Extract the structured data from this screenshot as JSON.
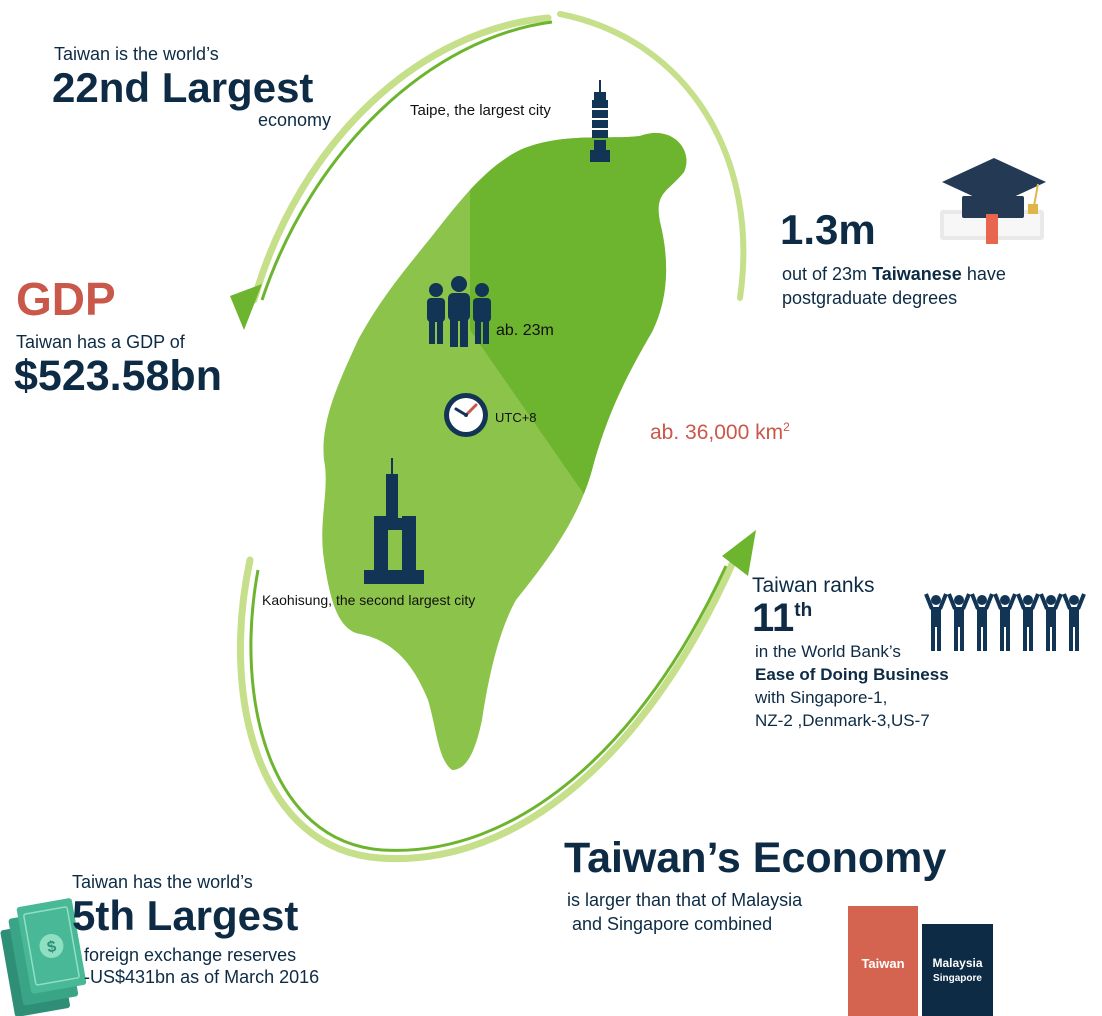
{
  "economy_rank": {
    "intro": "Taiwan is the world’s",
    "value": "22nd Largest",
    "suffix": "economy"
  },
  "map": {
    "taipei_label": "Taipe, the largest city",
    "kaohsiung_label": "Kaohisung, the second largest city",
    "population_label": "ab. 23m",
    "timezone_label": "UTC+8",
    "area_label": "ab. 36,000 km",
    "area_unit_exponent": "2"
  },
  "gdp": {
    "title": "GDP",
    "intro": "Taiwan has a GDP of",
    "value": "$523.58bn"
  },
  "education": {
    "value": "1.3m",
    "desc_prefix": "out of 23m",
    "desc_bold": "Taiwanese",
    "desc_suffix": "have",
    "desc_line2": "postgraduate degrees"
  },
  "business_rank": {
    "intro": "Taiwan ranks",
    "value": "11",
    "value_suffix": "th",
    "line1": "in the World Bank’s",
    "line2": "Ease of Doing Business",
    "line3": "with Singapore-1,",
    "line4": "NZ-2 ,Denmark-3,US-7"
  },
  "economy_compare": {
    "title": "Taiwan’s Economy",
    "line1": "is larger than that of Malaysia",
    "line2": "and Singapore combined",
    "bar_taiwan": "Taiwan",
    "bar_other_line1": "Malaysia",
    "bar_other_line2": "Singapore"
  },
  "fx_reserves": {
    "intro": "Taiwan has the world’s",
    "value": "5th Largest",
    "line1": "foreign exchange reserves",
    "line2": "-US$431bn as of March 2016"
  },
  "colors": {
    "navy": "#0d2b45",
    "accent_red": "#c9574a",
    "map_green_dark": "#6db52f",
    "map_green_light": "#8cc34a",
    "arrow_green": "#c6df8a"
  },
  "icons": [
    "taipei-101-icon",
    "people-icon",
    "clock-icon",
    "tuntex-tower-icon",
    "graduation-cap-icon",
    "cheering-people-icon",
    "money-icon"
  ]
}
